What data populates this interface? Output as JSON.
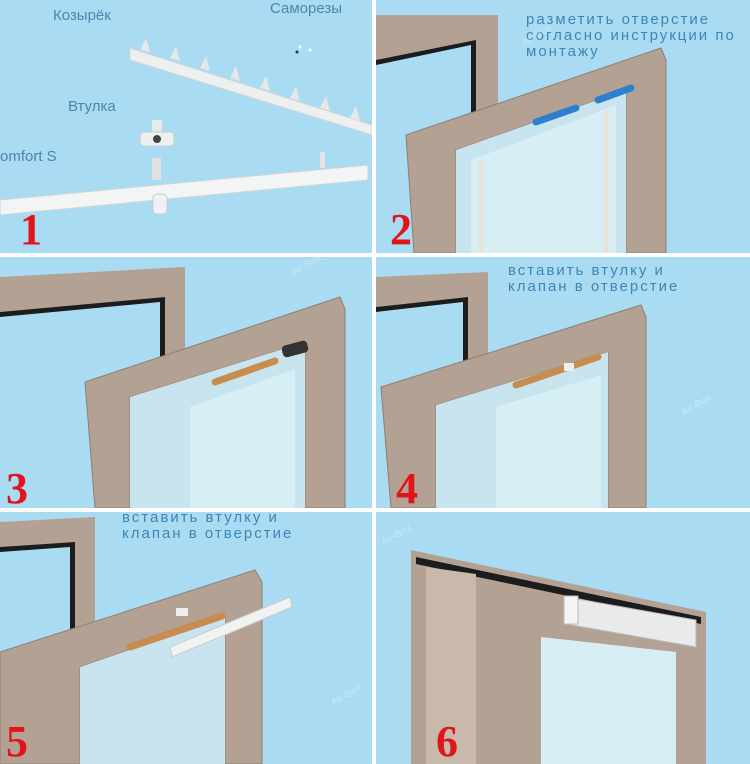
{
  "steps": [
    {
      "number": "1",
      "labels": {
        "visor": "Козырёк",
        "screws": "Саморезы",
        "bushing": "Втулка",
        "valve": "omfort S"
      }
    },
    {
      "number": "2",
      "caption": [
        "разметить отверстие",
        "согласно инструкции по",
        "монтажу"
      ]
    },
    {
      "number": "3"
    },
    {
      "number": "4",
      "caption": [
        "вставить втулку и",
        "клапан в отверстие"
      ]
    },
    {
      "number": "5",
      "caption": [
        "вставить втулку и",
        "клапан в отверстие"
      ]
    },
    {
      "number": "6"
    }
  ],
  "watermark": "Air-Box",
  "colors": {
    "background": "#a9dcf3",
    "frame": "#b3a193",
    "step_number": "#e0141a",
    "caption": "#3c86b5",
    "marking": "#2f7fcf"
  }
}
